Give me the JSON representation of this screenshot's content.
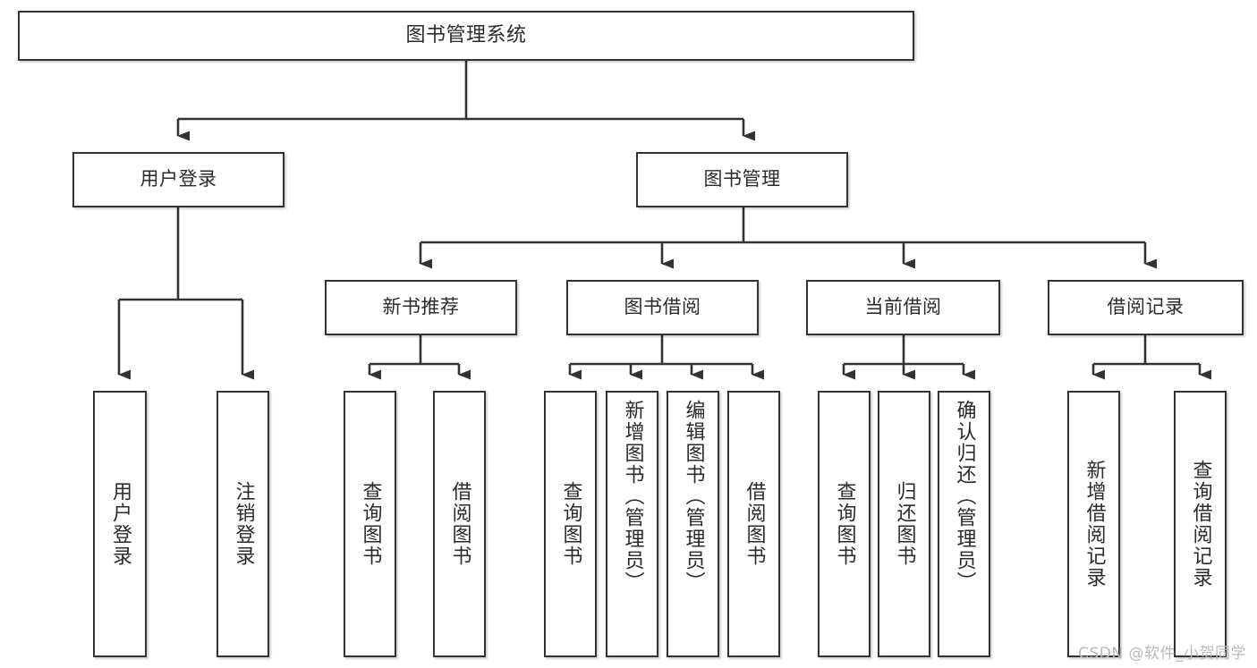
{
  "diagram": {
    "title": "图书管理系统",
    "type": "tree",
    "stroke_color": "#333333",
    "background_color": "#ffffff",
    "text_color": "#2b2b2b",
    "nodes": {
      "root": {
        "label": "图书管理系统"
      },
      "l2": [
        {
          "id": "user_login",
          "label": "用户登录"
        },
        {
          "id": "book_manage",
          "label": "图书管理"
        }
      ],
      "l3": [
        {
          "id": "new_book_rec",
          "label": "新书推荐"
        },
        {
          "id": "book_borrow",
          "label": "图书借阅"
        },
        {
          "id": "current_borrow",
          "label": "当前借阅"
        },
        {
          "id": "borrow_record",
          "label": "借阅记录"
        }
      ],
      "leaves": {
        "user_login": [
          {
            "id": "leaf_user_login",
            "label": "用户登录"
          },
          {
            "id": "leaf_logout",
            "label": "注销登录"
          }
        ],
        "new_book_rec": [
          {
            "id": "leaf_query_book_1",
            "label": "查询图书"
          },
          {
            "id": "leaf_borrow_book_1",
            "label": "借阅图书"
          }
        ],
        "book_borrow": [
          {
            "id": "leaf_query_book_2",
            "label": "查询图书"
          },
          {
            "id": "leaf_add_book",
            "label": "新增图书（管理员）"
          },
          {
            "id": "leaf_edit_book",
            "label": "编辑图书（管理员）"
          },
          {
            "id": "leaf_borrow_book_2",
            "label": "借阅图书"
          }
        ],
        "current_borrow": [
          {
            "id": "leaf_query_book_3",
            "label": "查询图书"
          },
          {
            "id": "leaf_return_book",
            "label": "归还图书"
          },
          {
            "id": "leaf_confirm_return",
            "label": "确认归还（管理员）"
          }
        ],
        "borrow_record": [
          {
            "id": "leaf_add_record",
            "label": "新增借阅记录"
          },
          {
            "id": "leaf_query_record",
            "label": "查询借阅记录"
          }
        ]
      }
    }
  },
  "watermark": {
    "text": "CSDN @软件_小贺同学"
  }
}
